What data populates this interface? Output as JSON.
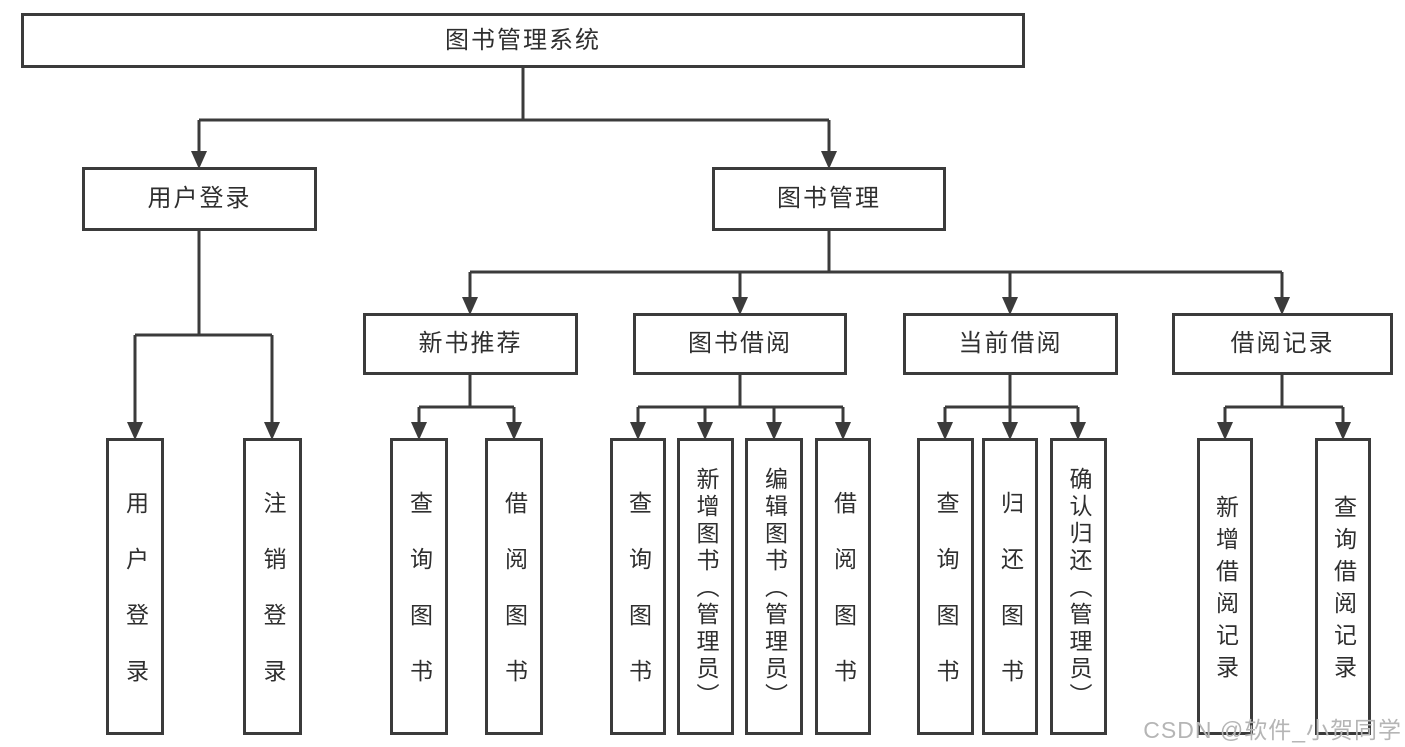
{
  "diagram": {
    "root": {
      "label": "图书管理系统"
    },
    "children": [
      {
        "label": "用户登录",
        "children": [
          {
            "label": "用户登录"
          },
          {
            "label": "注销登录"
          }
        ]
      },
      {
        "label": "图书管理",
        "children": [
          {
            "label": "新书推荐",
            "children": [
              {
                "label": "查询图书"
              },
              {
                "label": "借阅图书"
              }
            ]
          },
          {
            "label": "图书借阅",
            "children": [
              {
                "label": "查询图书"
              },
              {
                "label": "新增图书（管理员）"
              },
              {
                "label": "编辑图书（管理员）"
              },
              {
                "label": "借阅图书"
              }
            ]
          },
          {
            "label": "当前借阅",
            "children": [
              {
                "label": "查询图书"
              },
              {
                "label": "归还图书"
              },
              {
                "label": "确认归还（管理员）"
              }
            ]
          },
          {
            "label": "借阅记录",
            "children": [
              {
                "label": "新增借阅记录"
              },
              {
                "label": "查询借阅记录"
              }
            ]
          }
        ]
      }
    ]
  },
  "watermark": "CSDN @软件_小贺同学",
  "colors": {
    "line": "#3b3b3b",
    "text": "#2f2f2f",
    "watermark": "#b5b5b5",
    "background": "#ffffff"
  }
}
